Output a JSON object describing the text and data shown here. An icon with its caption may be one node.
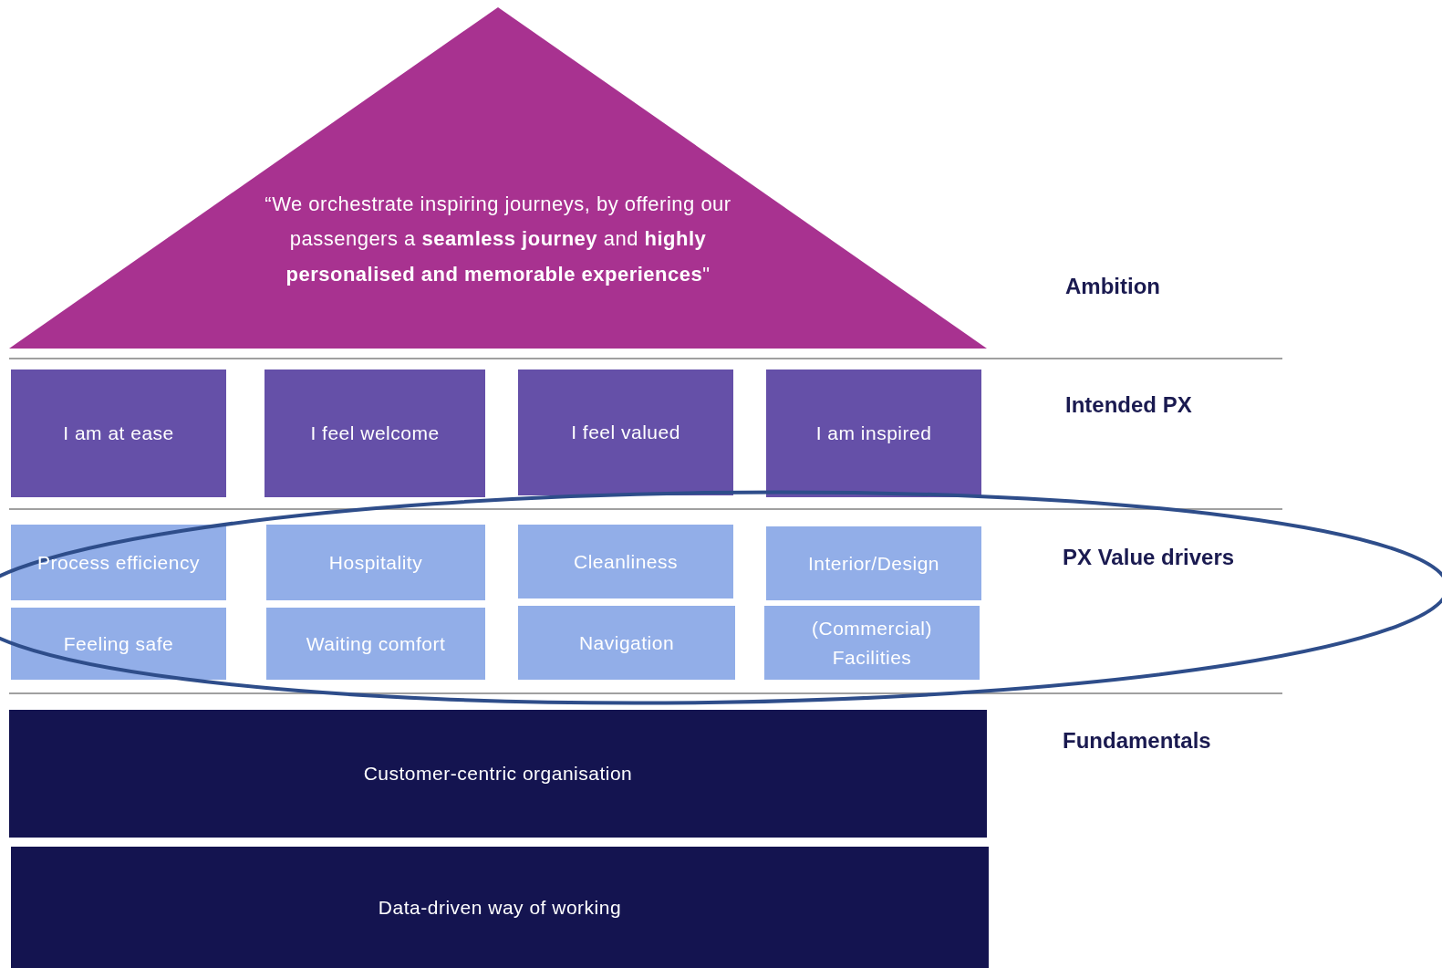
{
  "diagram": {
    "nodes": [
      {
        "text": [
          "“We orchestrate inspiring journeys, by offering our passengers a **seamless journey** and **highly personalised and memorable experiences**\""
        ]
      },
      {
        "text": [
          "I am at ease"
        ]
      },
      {
        "text": [
          "I feel welcome"
        ]
      },
      {
        "text": [
          "I feel valued"
        ]
      },
      {
        "text": [
          "I am inspired"
        ]
      },
      {
        "text": [
          "Process efficiency"
        ]
      },
      {
        "text": [
          "Hospitality"
        ]
      },
      {
        "text": [
          "Cleanliness"
        ]
      },
      {
        "text": [
          "Interior/Design"
        ]
      },
      {
        "text": [
          "Feeling safe"
        ]
      },
      {
        "text": [
          "Waiting comfort"
        ]
      },
      {
        "text": [
          "Navigation"
        ]
      },
      {
        "text": [
          "(Commercial) Facilities"
        ]
      },
      {
        "text": [
          "Customer-centric organisation"
        ]
      },
      {
        "text": [
          "Data-driven way of working"
        ]
      }
    ],
    "edges": [],
    "labels": [
      "Ambition",
      "Intended PX",
      "PX Value drivers",
      "Fundamentals"
    ]
  }
}
